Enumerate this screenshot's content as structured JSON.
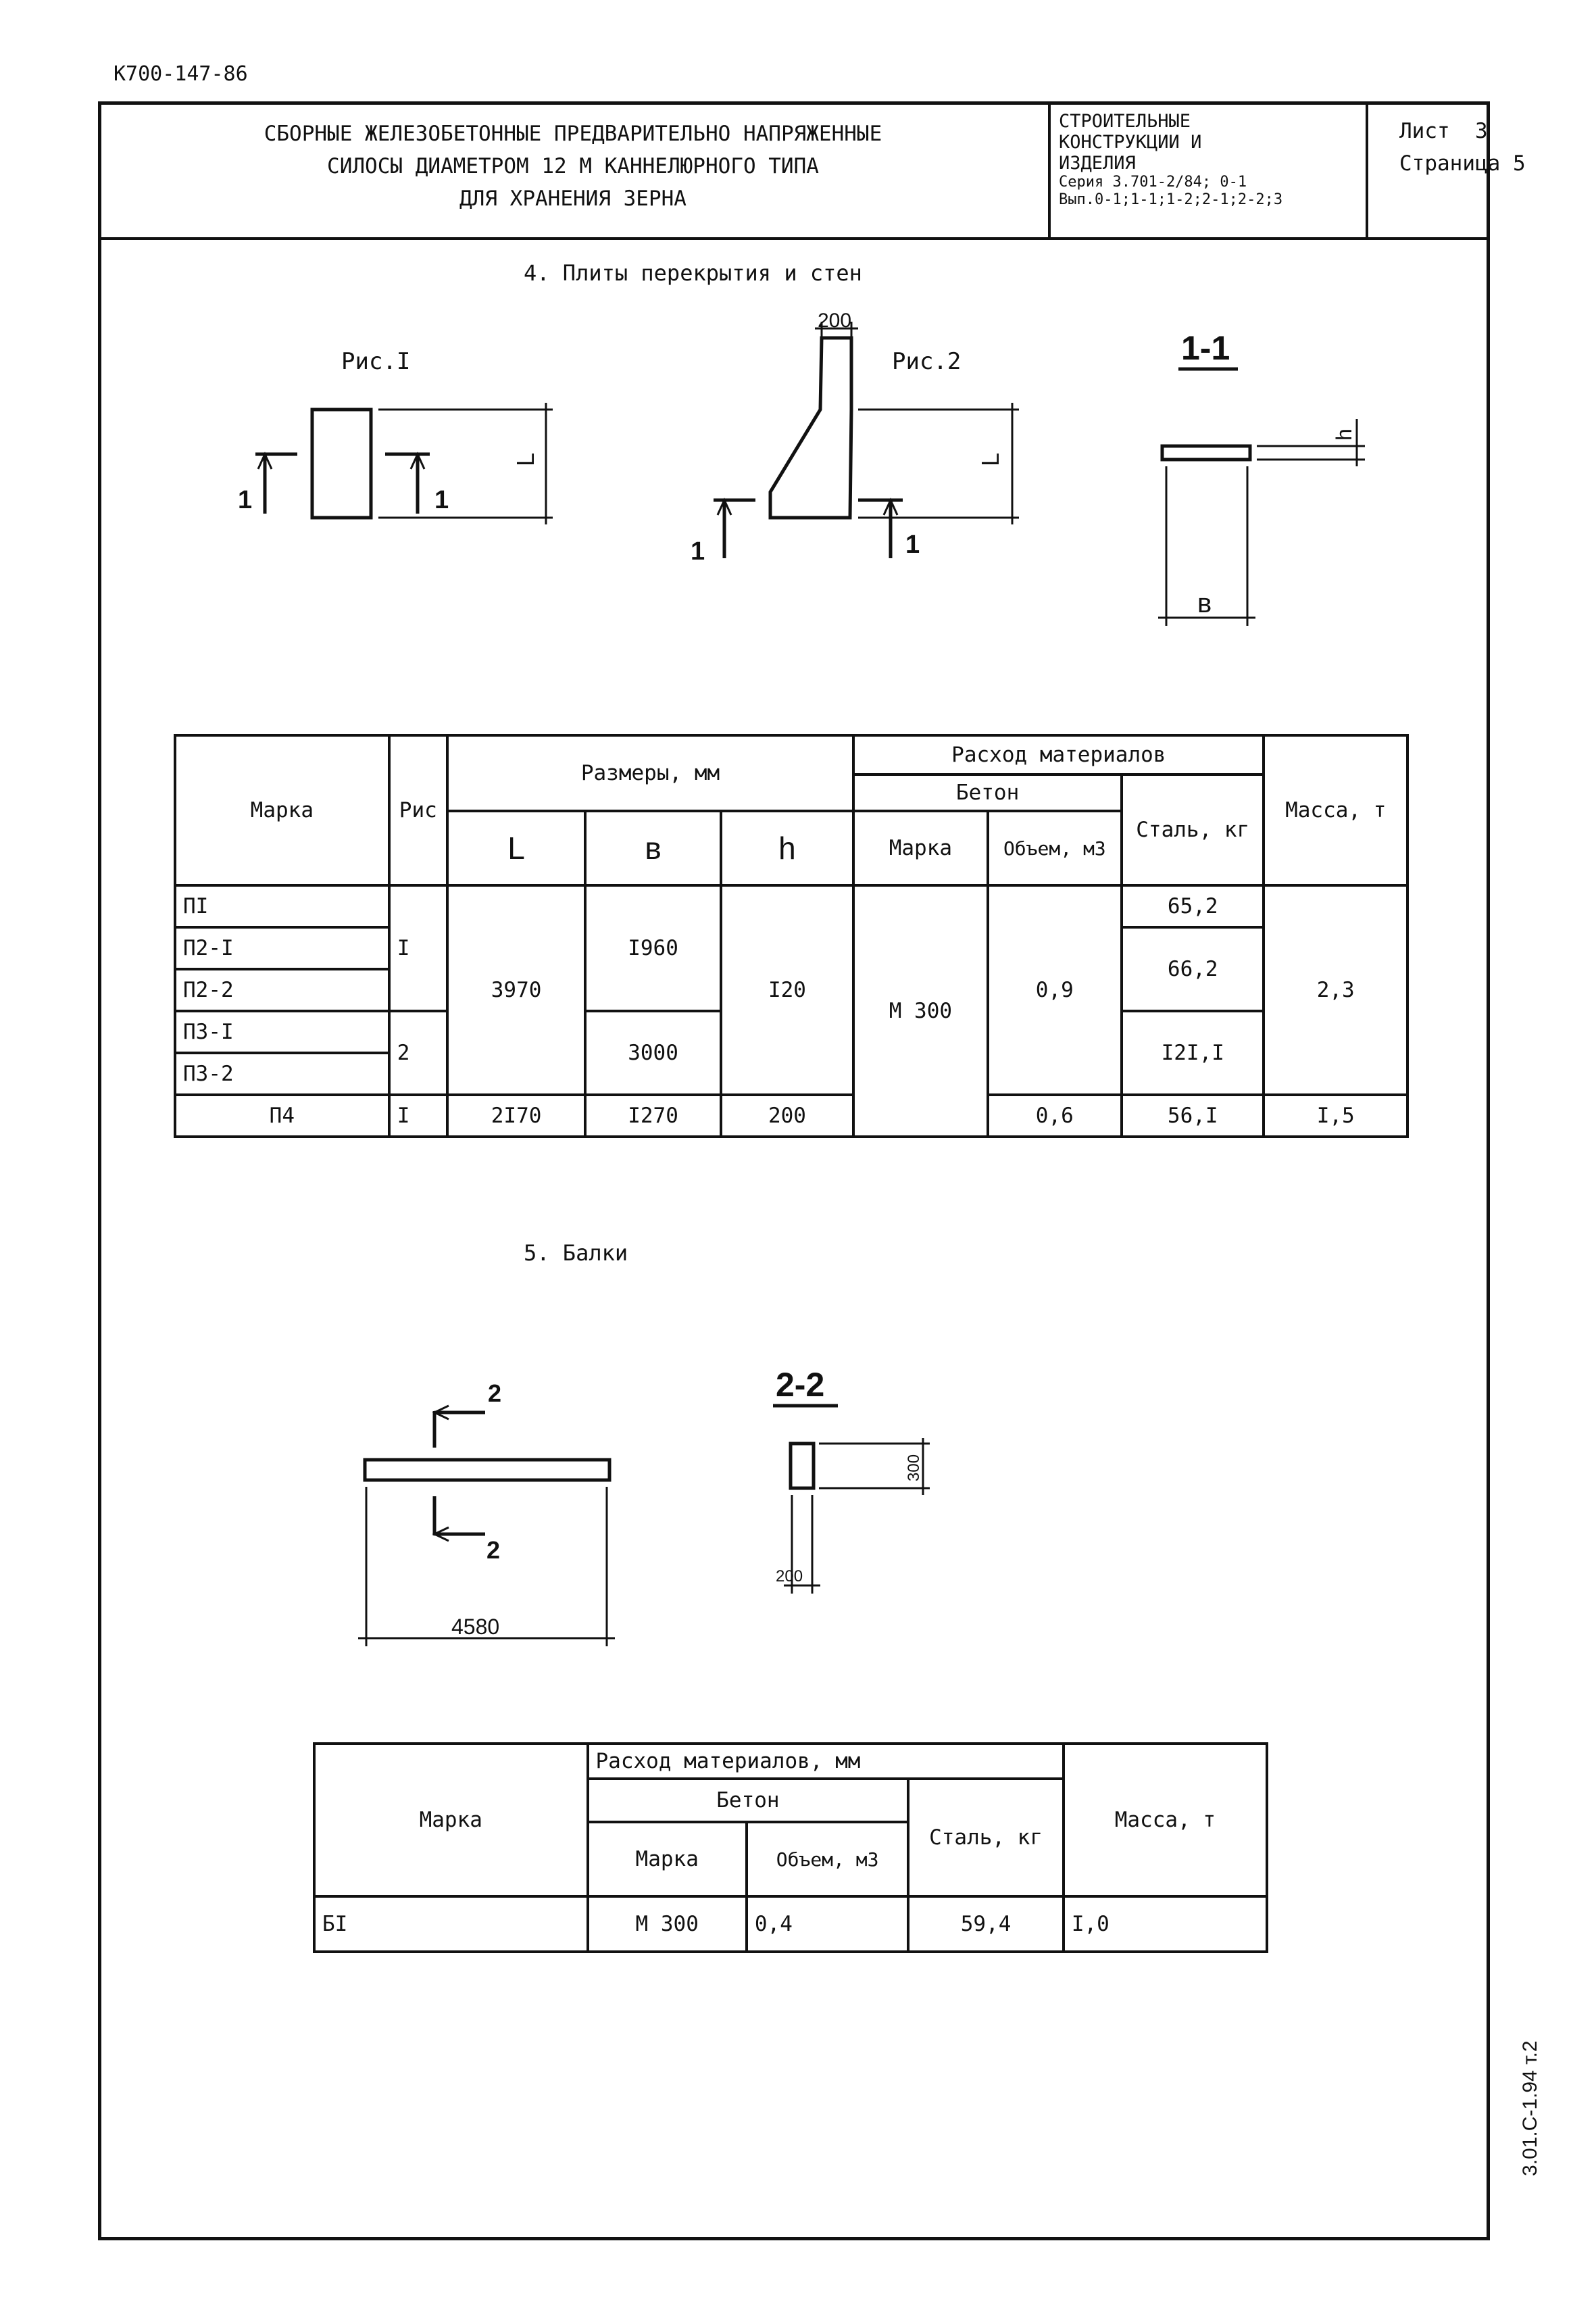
{
  "doc_code": "К700-147-86",
  "header": {
    "title_lines": [
      "СБОРНЫЕ ЖЕЛЕЗОБЕТОННЫЕ ПРЕДВАРИТЕЛЬНО НАПРЯЖЕННЫЕ",
      "СИЛОСЫ ДИАМЕТРОМ 12 М КАННЕЛЮРНОГО ТИПА",
      "ДЛЯ ХРАНЕНИЯ ЗЕРНА"
    ],
    "category_lines": [
      "СТРОИТЕЛЬНЫЕ",
      "КОНСТРУКЦИИ И",
      "ИЗДЕЛИЯ"
    ],
    "series": "Серия 3.701-2/84; 0-1",
    "issue": "Вып.0-1;1-1;1-2;2-1;2-2;3",
    "sheet_label": "Лист",
    "sheet_no": "3",
    "page_label": "Страница",
    "page_no": "5"
  },
  "section4": {
    "title": "4. Плиты перекрытия и стен",
    "fig1_label": "Рис.I",
    "fig2_label": "Рис.2",
    "section_label": "1-1",
    "dim_200": "200",
    "dim_L": "L",
    "dim_b": "в",
    "dim_h": "h",
    "cut_mark": "1",
    "table": {
      "h_mark": "Марка",
      "h_fig": "Рис",
      "h_dims": "Размеры, мм",
      "h_L": "L",
      "h_b": "в",
      "h_h": "h",
      "h_materials": "Расход материалов",
      "h_concrete": "Бетон",
      "h_c_mark": "Марка",
      "h_c_vol": "Объем, м3",
      "h_steel": "Сталь, кг",
      "h_mass": "Масса, т",
      "marks": [
        "ПI",
        "П2-I",
        "П2-2",
        "П3-I",
        "П3-2",
        "П4"
      ],
      "fig_I": "I",
      "fig_2": "2",
      "fig_P4": "I",
      "L_main": "3970",
      "b_1": "I960",
      "b_2": "3000",
      "h_main": "I20",
      "c_mark": "М 300",
      "vol_main": "0,9",
      "steel_P1": "65,2",
      "steel_P2": "66,2",
      "steel_P3": "I2I,I",
      "mass_main": "2,3",
      "P4_L": "2I70",
      "P4_b": "I270",
      "P4_h": "200",
      "P4_vol": "0,6",
      "P4_steel": "56,I",
      "P4_mass": "I,5"
    }
  },
  "section5": {
    "title": "5. Балки",
    "section_label": "2-2",
    "cut_mark": "2",
    "dim_len": "4580",
    "dim_200": "200",
    "dim_300": "300",
    "table": {
      "h_mark": "Марка",
      "h_materials": "Расход материалов, мм",
      "h_concrete": "Бетон",
      "h_c_mark": "Марка",
      "h_c_vol": "Объем, м3",
      "h_steel": "Сталь, кг",
      "h_mass": "Масса, т",
      "mark": "БI",
      "c_mark": "М 300",
      "vol": "0,4",
      "steel": "59,4",
      "mass": "I,0"
    }
  },
  "stamp": "3.01.С-1.94 т.2"
}
